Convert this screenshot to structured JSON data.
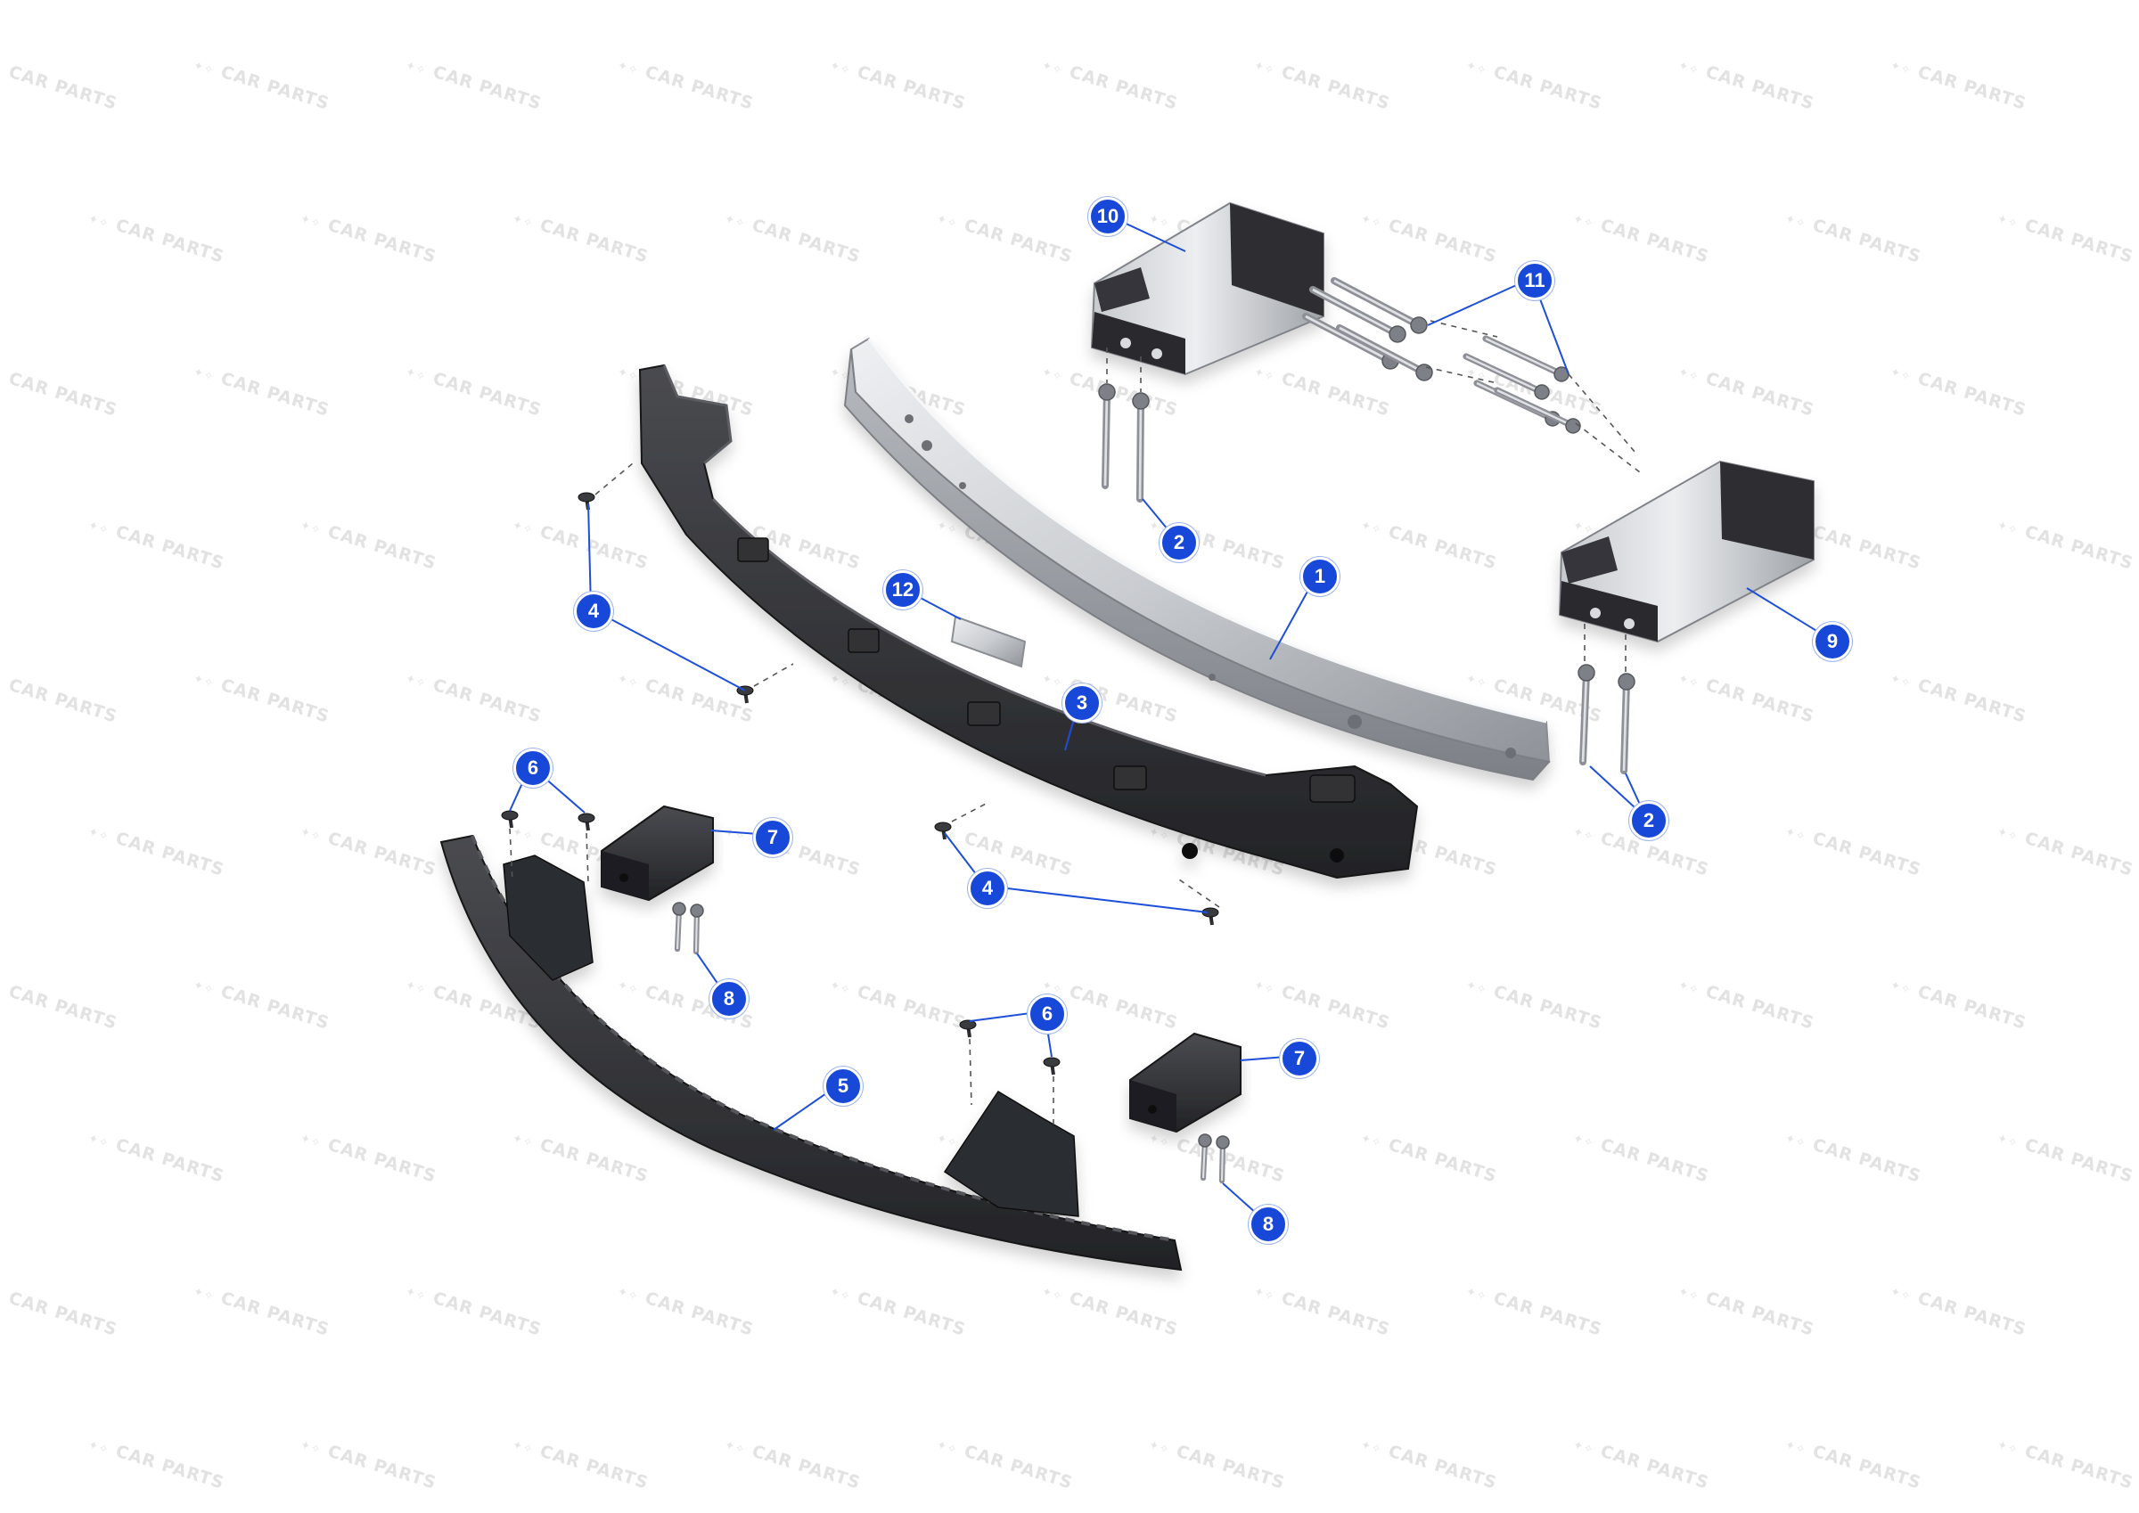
{
  "watermark": {
    "text": "CAR PARTS",
    "logo": "✦✧"
  },
  "colors": {
    "callout": "#1848d8",
    "leader": "#1e4fd8",
    "plastic_dark": "#2a2b2e",
    "plastic_mid": "#3f4044",
    "metal_light": "#d7d9dc",
    "metal_mid": "#a7abb0",
    "background": "#ffffff"
  },
  "parts": [
    {
      "id": "p1",
      "name": "bumper-reinforcement-bar",
      "label": "1"
    },
    {
      "id": "p2",
      "name": "crash-box-bolt",
      "label": "2"
    },
    {
      "id": "p3",
      "name": "energy-absorber-upper",
      "label": "3"
    },
    {
      "id": "p4",
      "name": "absorber-screw",
      "label": "4"
    },
    {
      "id": "p5",
      "name": "lower-bumper-support",
      "label": "5"
    },
    {
      "id": "p6",
      "name": "support-screw",
      "label": "6"
    },
    {
      "id": "p7",
      "name": "mounting-block",
      "label": "7"
    },
    {
      "id": "p8",
      "name": "block-bolt",
      "label": "8"
    },
    {
      "id": "p9",
      "name": "crash-box-right",
      "label": "9"
    },
    {
      "id": "p10",
      "name": "crash-box-left",
      "label": "10"
    },
    {
      "id": "p11",
      "name": "crash-box-long-bolt",
      "label": "11"
    },
    {
      "id": "p12",
      "name": "reinforcement-plate",
      "label": "12"
    }
  ],
  "callouts": [
    {
      "name": "callout-1",
      "label": "1"
    },
    {
      "name": "callout-2a",
      "label": "2"
    },
    {
      "name": "callout-2b",
      "label": "2"
    },
    {
      "name": "callout-3",
      "label": "3"
    },
    {
      "name": "callout-4a",
      "label": "4"
    },
    {
      "name": "callout-4b",
      "label": "4"
    },
    {
      "name": "callout-5",
      "label": "5"
    },
    {
      "name": "callout-6a",
      "label": "6"
    },
    {
      "name": "callout-6b",
      "label": "6"
    },
    {
      "name": "callout-7a",
      "label": "7"
    },
    {
      "name": "callout-7b",
      "label": "7"
    },
    {
      "name": "callout-8a",
      "label": "8"
    },
    {
      "name": "callout-8b",
      "label": "8"
    },
    {
      "name": "callout-9",
      "label": "9"
    },
    {
      "name": "callout-10",
      "label": "10"
    },
    {
      "name": "callout-11",
      "label": "11"
    },
    {
      "name": "callout-12",
      "label": "12"
    }
  ]
}
